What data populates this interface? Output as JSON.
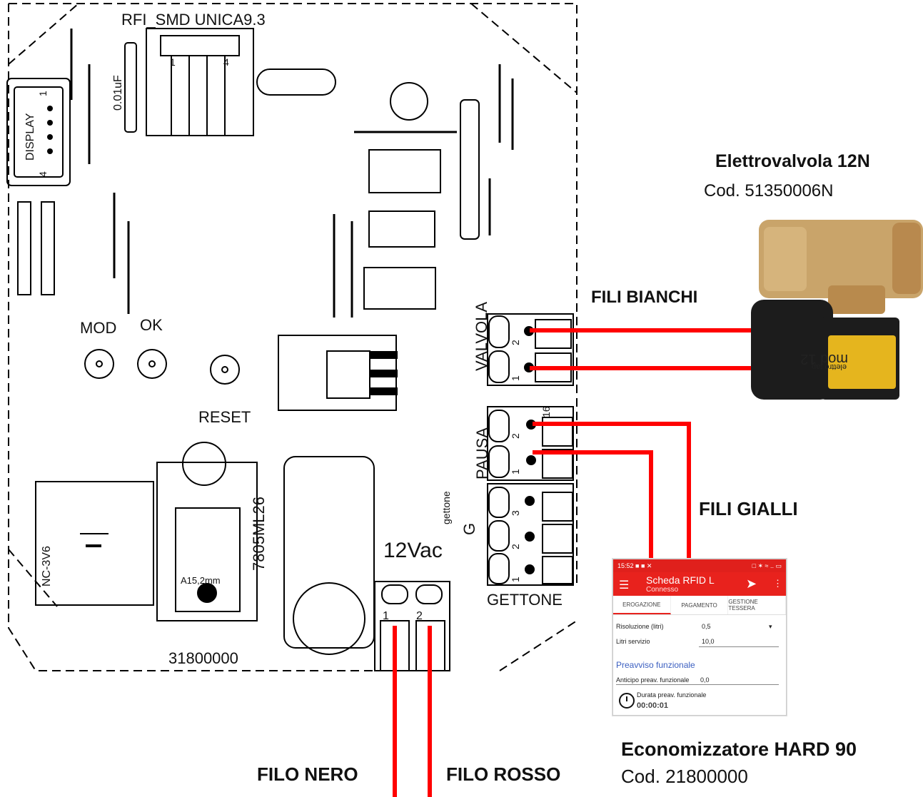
{
  "board": {
    "title": "RFI_SMD UNICA9.3",
    "code": "31800000",
    "cap_label": "0.01uF",
    "display_label": "DISPLAY",
    "display_pin_1": "1",
    "display_pin_4": "4",
    "header_pin_1": "1",
    "header_pin_4": "4",
    "btn_mod": "MOD",
    "btn_ok": "OK",
    "btn_reset": "RESET",
    "battery_label": "NC-3V6",
    "regulator_label": "7805ML26",
    "buzzer_label": "A15,2mm",
    "supply_label": "12Vac",
    "gettone_small": "gettone",
    "g_label": "G",
    "supply_pin_1": "1",
    "supply_pin_2": "2",
    "terminal_valvola": "VALVOLA",
    "terminal_pausa": "PAUSA",
    "terminal_gettone": "GETTONE",
    "valvola_pins": [
      "2",
      "1"
    ],
    "pausa_pins": [
      "2",
      "1"
    ],
    "gettone_pins": [
      "3",
      "2",
      "1"
    ],
    "pausa_small": "16"
  },
  "labels": {
    "valve_name": "Elettrovalvola 12N",
    "valve_code": "Cod. 51350006N",
    "white_wires": "FILI BIANCHI",
    "yellow_wires": "FILI GIALLI",
    "black_wire": "FILO NERO",
    "red_wire": "FILO ROSSO",
    "device_name": "Economizzatore HARD 90",
    "device_code": "Cod. 21800000"
  },
  "valve": {
    "label_text": "mod 12",
    "label_sub": "elettro tap"
  },
  "phone": {
    "status_time": "15:52",
    "status_icons": "■ ■ ✕",
    "status_right": "□ ✶ ≈ .. ▭",
    "app_title": "Scheda RFID L",
    "app_subtitle": "Connesso",
    "tabs": [
      "EROGAZIONE",
      "PAGAMENTO",
      "GESTIONE TESSERA"
    ],
    "field1_label": "Risoluzione (litri)",
    "field1_value": "0,5",
    "field2_label": "Litri servizio",
    "field2_value": "10,0",
    "section_title": "Preavviso funzionale",
    "field3_label": "Anticipo preav. funzionale",
    "field3_value": "0,0",
    "duration_label": "Durata preav. funzionale",
    "duration_value": "00:00:01"
  },
  "colors": {
    "wire": "#ff0000",
    "app_bar": "#e8221d",
    "valve_brass": "#c9a46a",
    "coil": "#1c1c1c",
    "label_yellow": "#e5b51e"
  }
}
